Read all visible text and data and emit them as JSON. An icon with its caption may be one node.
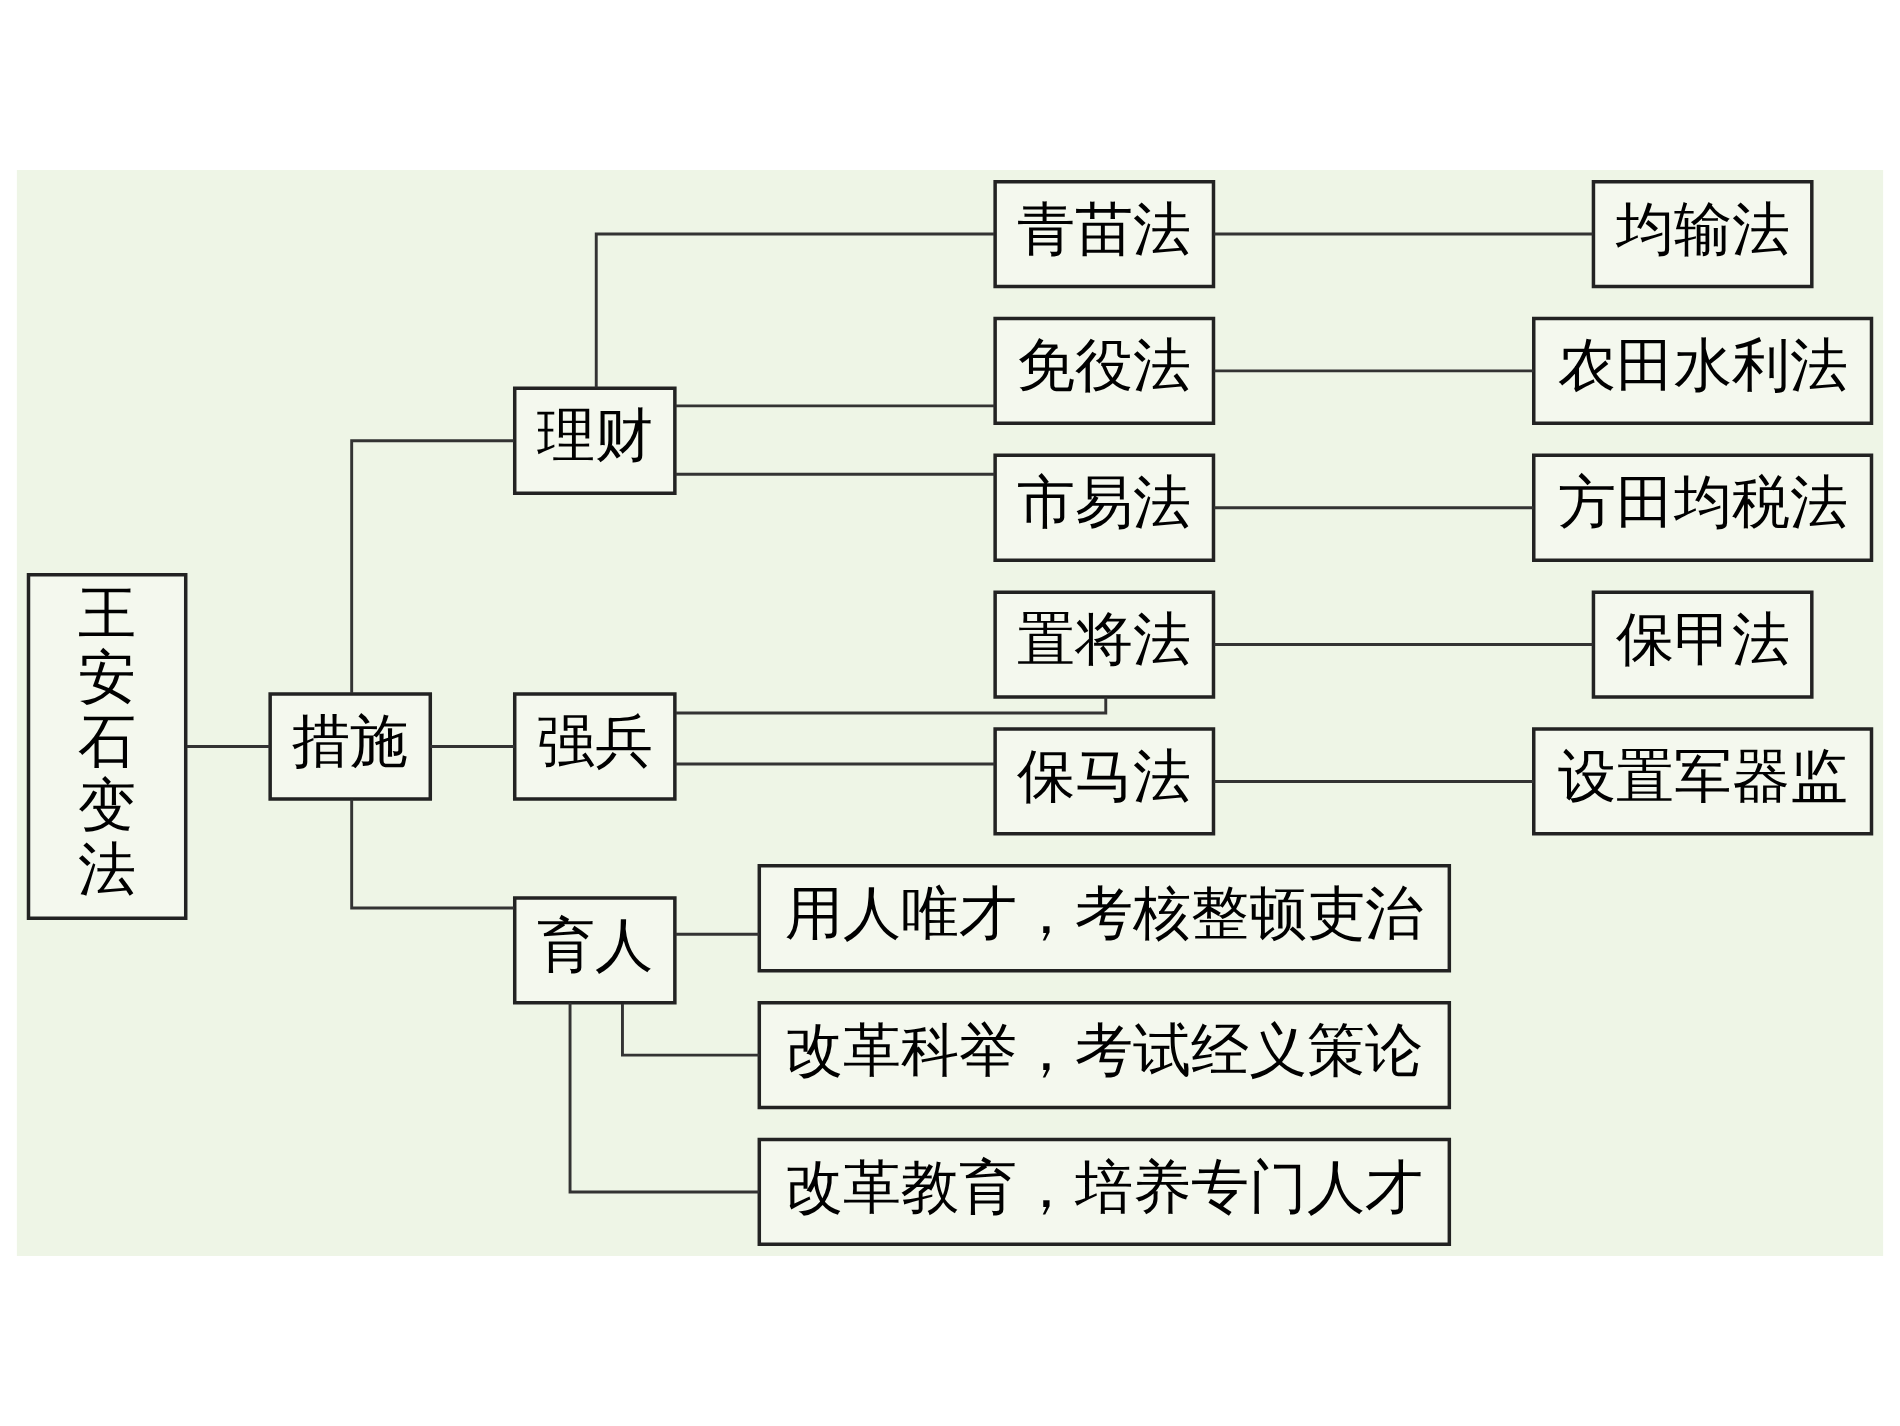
{
  "diagram": {
    "nodes": [
      {
        "text": [
          "王安石变法"
        ]
      },
      {
        "text": [
          "措施"
        ]
      },
      {
        "text": [
          "理财"
        ]
      },
      {
        "text": [
          "强兵"
        ]
      },
      {
        "text": [
          "育人"
        ]
      },
      {
        "text": [
          "青苗法"
        ]
      },
      {
        "text": [
          "均输法"
        ]
      },
      {
        "text": [
          "免役法"
        ]
      },
      {
        "text": [
          "农田水利法"
        ]
      },
      {
        "text": [
          "市易法"
        ]
      },
      {
        "text": [
          "方田均税法"
        ]
      },
      {
        "text": [
          "置将法"
        ]
      },
      {
        "text": [
          "保甲法"
        ]
      },
      {
        "text": [
          "保马法"
        ]
      },
      {
        "text": [
          "设置军器监"
        ]
      },
      {
        "text": [
          "用人唯才，考核整顿吏治"
        ]
      },
      {
        "text": [
          "改革科举，考试经义策论"
        ]
      },
      {
        "text": [
          "改革教育，培养专门人才"
        ]
      }
    ],
    "edges": [
      {
        "from": 0,
        "to": 1,
        "arrow": "none"
      },
      {
        "from": 1,
        "to": 2,
        "arrow": "none"
      },
      {
        "from": 1,
        "to": 3,
        "arrow": "none"
      },
      {
        "from": 1,
        "to": 4,
        "arrow": "none"
      },
      {
        "from": 2,
        "to": 5,
        "arrow": "none"
      },
      {
        "from": 2,
        "to": 7,
        "arrow": "none"
      },
      {
        "from": 2,
        "to": 9,
        "arrow": "none"
      },
      {
        "from": 5,
        "to": 6,
        "arrow": "none"
      },
      {
        "from": 7,
        "to": 8,
        "arrow": "none"
      },
      {
        "from": 9,
        "to": 10,
        "arrow": "none"
      },
      {
        "from": 3,
        "to": 11,
        "arrow": "none"
      },
      {
        "from": 3,
        "to": 13,
        "arrow": "none"
      },
      {
        "from": 11,
        "to": 12,
        "arrow": "none"
      },
      {
        "from": 13,
        "to": 14,
        "arrow": "none"
      },
      {
        "from": 4,
        "to": 15,
        "arrow": "none"
      },
      {
        "from": 4,
        "to": 16,
        "arrow": "none"
      },
      {
        "from": 4,
        "to": 17,
        "arrow": "none"
      }
    ]
  }
}
